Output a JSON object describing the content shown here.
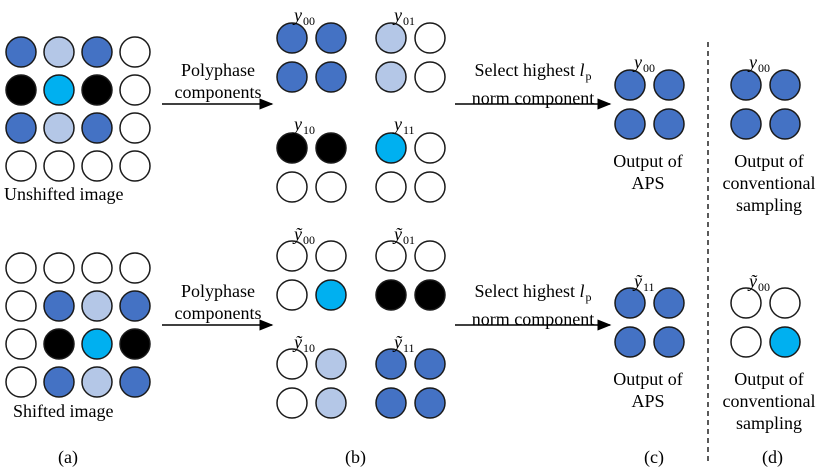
{
  "colors": {
    "D": "#4472c4",
    "L": "#b4c7e7",
    "K": "#000000",
    "C": "#00b0f0",
    "W": "#ffffff",
    "outline": "#1a1a1a"
  },
  "unshifted_image": {
    "caption": "Unshifted image",
    "grid": [
      [
        "D",
        "L",
        "D",
        "W"
      ],
      [
        "K",
        "C",
        "K",
        "W"
      ],
      [
        "D",
        "L",
        "D",
        "W"
      ],
      [
        "W",
        "W",
        "W",
        "W"
      ]
    ]
  },
  "shifted_image": {
    "caption": "Shifted image",
    "grid": [
      [
        "W",
        "W",
        "W",
        "W"
      ],
      [
        "W",
        "D",
        "L",
        "D"
      ],
      [
        "W",
        "K",
        "C",
        "K"
      ],
      [
        "W",
        "D",
        "L",
        "D"
      ]
    ]
  },
  "top_row": {
    "arrow1_line1": "Polyphase",
    "arrow1_line2": "components",
    "components": [
      {
        "label": "y",
        "sub": "00",
        "grid": [
          [
            "D",
            "D"
          ],
          [
            "D",
            "D"
          ]
        ]
      },
      {
        "label": "y",
        "sub": "01",
        "grid": [
          [
            "L",
            "W"
          ],
          [
            "L",
            "W"
          ]
        ]
      },
      {
        "label": "y",
        "sub": "10",
        "grid": [
          [
            "K",
            "K"
          ],
          [
            "W",
            "W"
          ]
        ]
      },
      {
        "label": "y",
        "sub": "11",
        "grid": [
          [
            "C",
            "W"
          ],
          [
            "W",
            "W"
          ]
        ]
      }
    ],
    "arrow2_line1": "Select highest",
    "arrow2_math": "l",
    "arrow2_math_sub": "p",
    "arrow2_line2": "norm component",
    "aps_label": "y",
    "aps_sub": "00",
    "aps_grid": [
      [
        "D",
        "D"
      ],
      [
        "D",
        "D"
      ]
    ],
    "aps_caption1": "Output of",
    "aps_caption2": "APS",
    "conv_label": "y",
    "conv_sub": "00",
    "conv_grid": [
      [
        "D",
        "D"
      ],
      [
        "D",
        "D"
      ]
    ],
    "conv_caption1": "Output of",
    "conv_caption2": "conventional",
    "conv_caption3": "sampling"
  },
  "bottom_row": {
    "arrow1_line1": "Polyphase",
    "arrow1_line2": "components",
    "components": [
      {
        "label": "ỹ",
        "sub": "00",
        "grid": [
          [
            "W",
            "W"
          ],
          [
            "W",
            "C"
          ]
        ]
      },
      {
        "label": "ỹ",
        "sub": "01",
        "grid": [
          [
            "W",
            "W"
          ],
          [
            "K",
            "K"
          ]
        ]
      },
      {
        "label": "ỹ",
        "sub": "10",
        "grid": [
          [
            "W",
            "L"
          ],
          [
            "W",
            "L"
          ]
        ]
      },
      {
        "label": "ỹ",
        "sub": "11",
        "grid": [
          [
            "D",
            "D"
          ],
          [
            "D",
            "D"
          ]
        ]
      }
    ],
    "arrow2_line1": "Select highest",
    "arrow2_math": "l",
    "arrow2_math_sub": "p",
    "arrow2_line2": "norm component",
    "aps_label": "ỹ",
    "aps_sub": "11",
    "aps_grid": [
      [
        "D",
        "D"
      ],
      [
        "D",
        "D"
      ]
    ],
    "aps_caption1": "Output of",
    "aps_caption2": "APS",
    "conv_label": "ỹ",
    "conv_sub": "00",
    "conv_grid": [
      [
        "W",
        "W"
      ],
      [
        "W",
        "C"
      ]
    ],
    "conv_caption1": "Output of",
    "conv_caption2": "conventional",
    "conv_caption3": "sampling"
  },
  "panel_labels": [
    "(a)",
    "(b)",
    "(c)",
    "(d)"
  ]
}
